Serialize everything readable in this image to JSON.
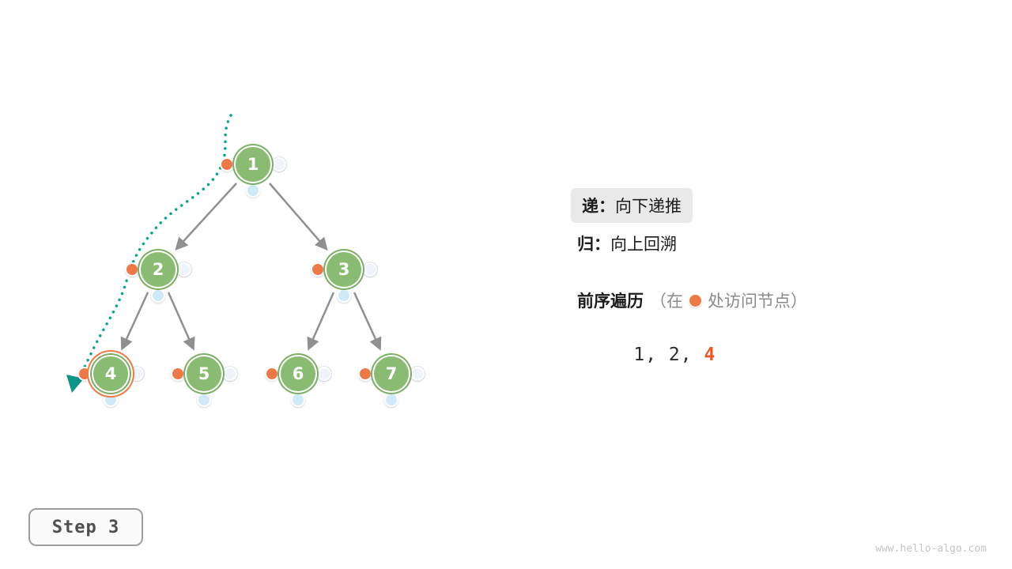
{
  "tree": {
    "nodes": [
      {
        "label": "1",
        "state": "normal"
      },
      {
        "label": "2",
        "state": "normal"
      },
      {
        "label": "3",
        "state": "normal"
      },
      {
        "label": "4",
        "state": "current"
      },
      {
        "label": "5",
        "state": "normal"
      },
      {
        "label": "6",
        "state": "normal"
      },
      {
        "label": "7",
        "state": "normal"
      }
    ],
    "edges": [
      [
        "1",
        "2"
      ],
      [
        "1",
        "3"
      ],
      [
        "2",
        "4"
      ],
      [
        "2",
        "5"
      ],
      [
        "3",
        "6"
      ],
      [
        "3",
        "7"
      ]
    ]
  },
  "legend": {
    "recurse_key": "递：",
    "recurse_text": "向下递推",
    "backtrack_key": "归：",
    "backtrack_text": "向上回溯"
  },
  "traversal": {
    "title": "前序遍历",
    "note_open": "（在",
    "note_close": "处访问节点）",
    "sequence_prefix": "1, 2, ",
    "sequence_current": "4"
  },
  "step": {
    "label": "Step 3"
  },
  "watermark": "www.hello-algo.com",
  "colors": {
    "node_green": "#8abb72",
    "node_ring_green": "#7dae66",
    "visit_dot_orange": "#ec7a49",
    "visit_dot_blue": "#cfe9f8",
    "visit_dot_lavender": "#f0f2fc",
    "trace_teal": "#0ba38b",
    "edge_gray": "#909090",
    "sequence_highlight_orange": "#e85a28"
  }
}
